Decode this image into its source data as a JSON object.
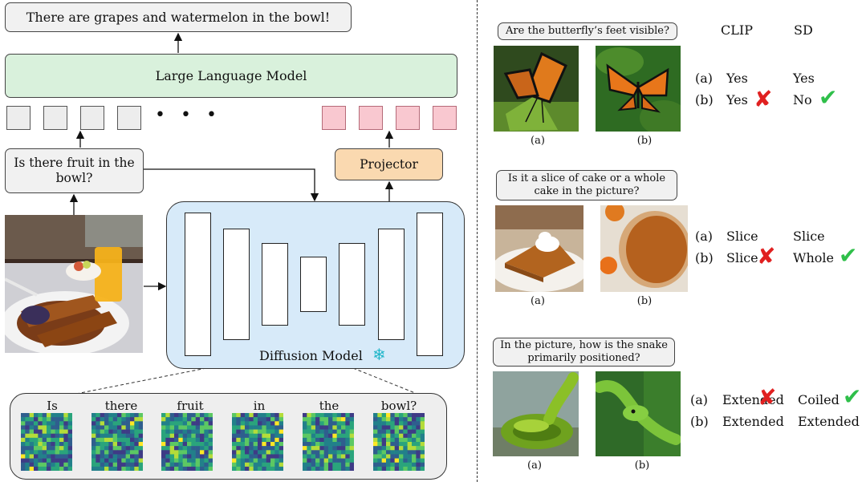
{
  "left": {
    "answer_text": "There are grapes and watermelon in the bowl!",
    "llm_label": "Large Language Model",
    "question_text": "Is there fruit in the bowl?",
    "projector_label": "Projector",
    "diffusion_label": "Diffusion Model",
    "frozen_icon": "snowflake-icon",
    "ellipsis": "• • •",
    "attention_words": [
      "Is",
      "there",
      "fruit",
      "in",
      "the",
      "bowl?"
    ]
  },
  "right": {
    "column_headers": {
      "clip": "CLIP",
      "sd": "SD"
    },
    "examples": [
      {
        "question": "Are the butterfly’s feet visible?",
        "captions": [
          "(a)",
          "(b)"
        ],
        "rows": [
          {
            "label": "(a)",
            "clip": "Yes",
            "sd": "Yes"
          },
          {
            "label": "(b)",
            "clip": "Yes",
            "sd": "No"
          }
        ]
      },
      {
        "question": "Is it a slice of cake or a whole cake in the picture?",
        "captions": [
          "(a)",
          "(b)"
        ],
        "rows": [
          {
            "label": "(a)",
            "clip": "Slice",
            "sd": "Slice"
          },
          {
            "label": "(b)",
            "clip": "Slice",
            "sd": "Whole"
          }
        ]
      },
      {
        "question": "In the picture, how is the snake primarily positioned?",
        "captions": [
          "(a)",
          "(b)"
        ],
        "rows": [
          {
            "label": "(a)",
            "clip": "Extended",
            "sd": "Coiled"
          },
          {
            "label": "(b)",
            "clip": "Extended",
            "sd": "Extended"
          }
        ]
      }
    ],
    "marks": {
      "wrong": "✘",
      "right": "✔"
    }
  },
  "colors": {
    "llm_fill": "#d9f1dc",
    "projector_fill": "#fad9b0",
    "diffusion_fill": "#d7eaf9",
    "token_gray": "#ededed",
    "token_pink": "#f9c8d0",
    "cross": "#e02020",
    "check": "#2fbf4a",
    "snowflake": "#1fb6c9"
  }
}
